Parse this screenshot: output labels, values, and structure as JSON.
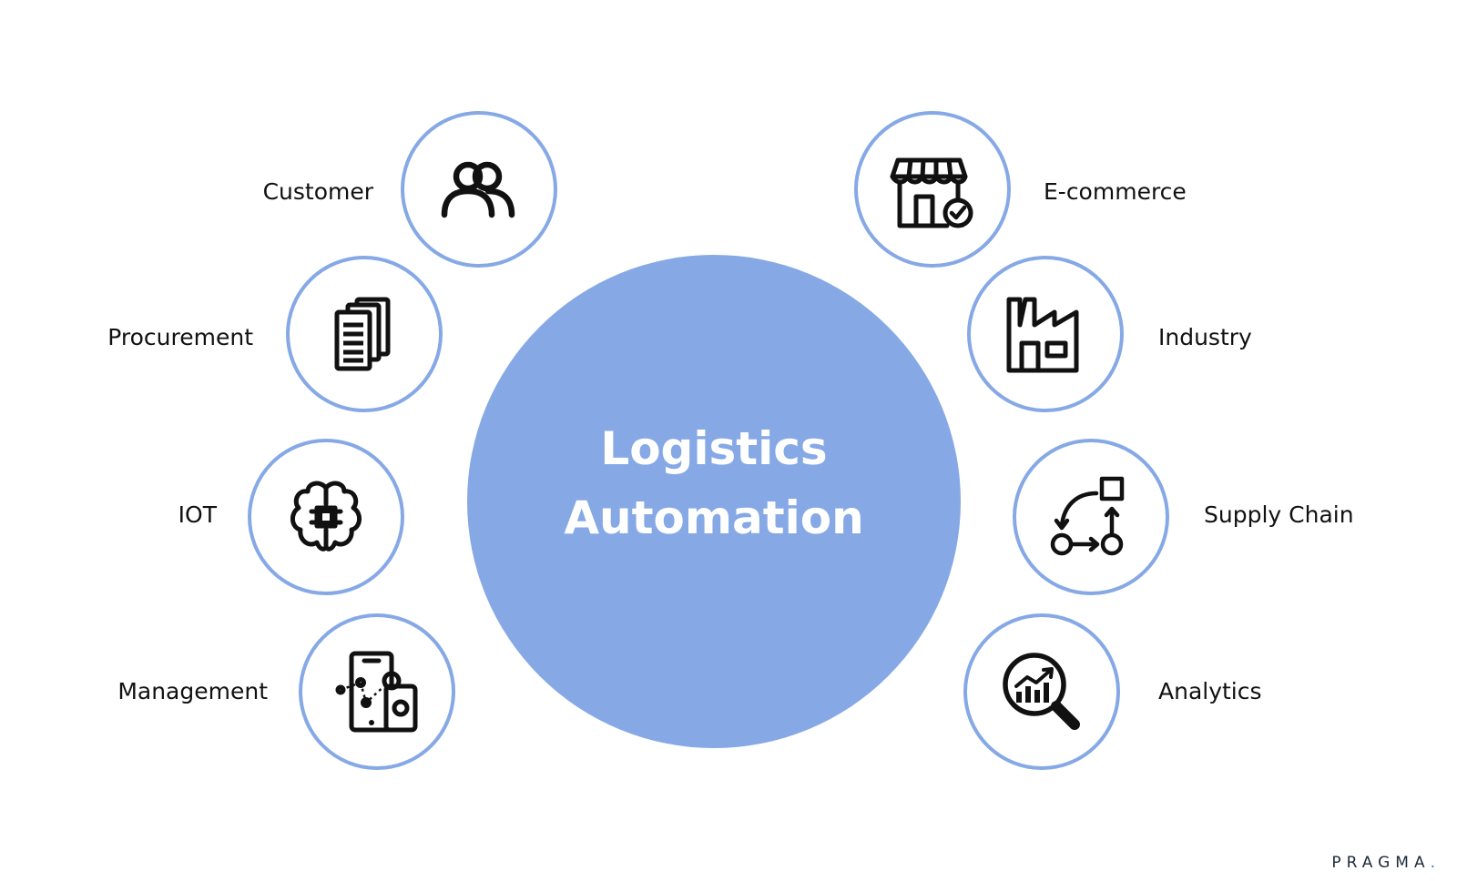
{
  "center": {
    "line1": "Logistics",
    "line2": "Automation"
  },
  "nodes": {
    "customer": "Customer",
    "procurement": "Procurement",
    "iot": "IOT",
    "management": "Management",
    "ecommerce": "E-commerce",
    "industry": "Industry",
    "supply_chain": "Supply Chain",
    "analytics": "Analytics"
  },
  "brand": {
    "name": "PRAGMA",
    "dot": "."
  },
  "colors": {
    "accent": "#86a9e6",
    "icon": "#111111",
    "brand_dot": "#3f6fd6"
  }
}
